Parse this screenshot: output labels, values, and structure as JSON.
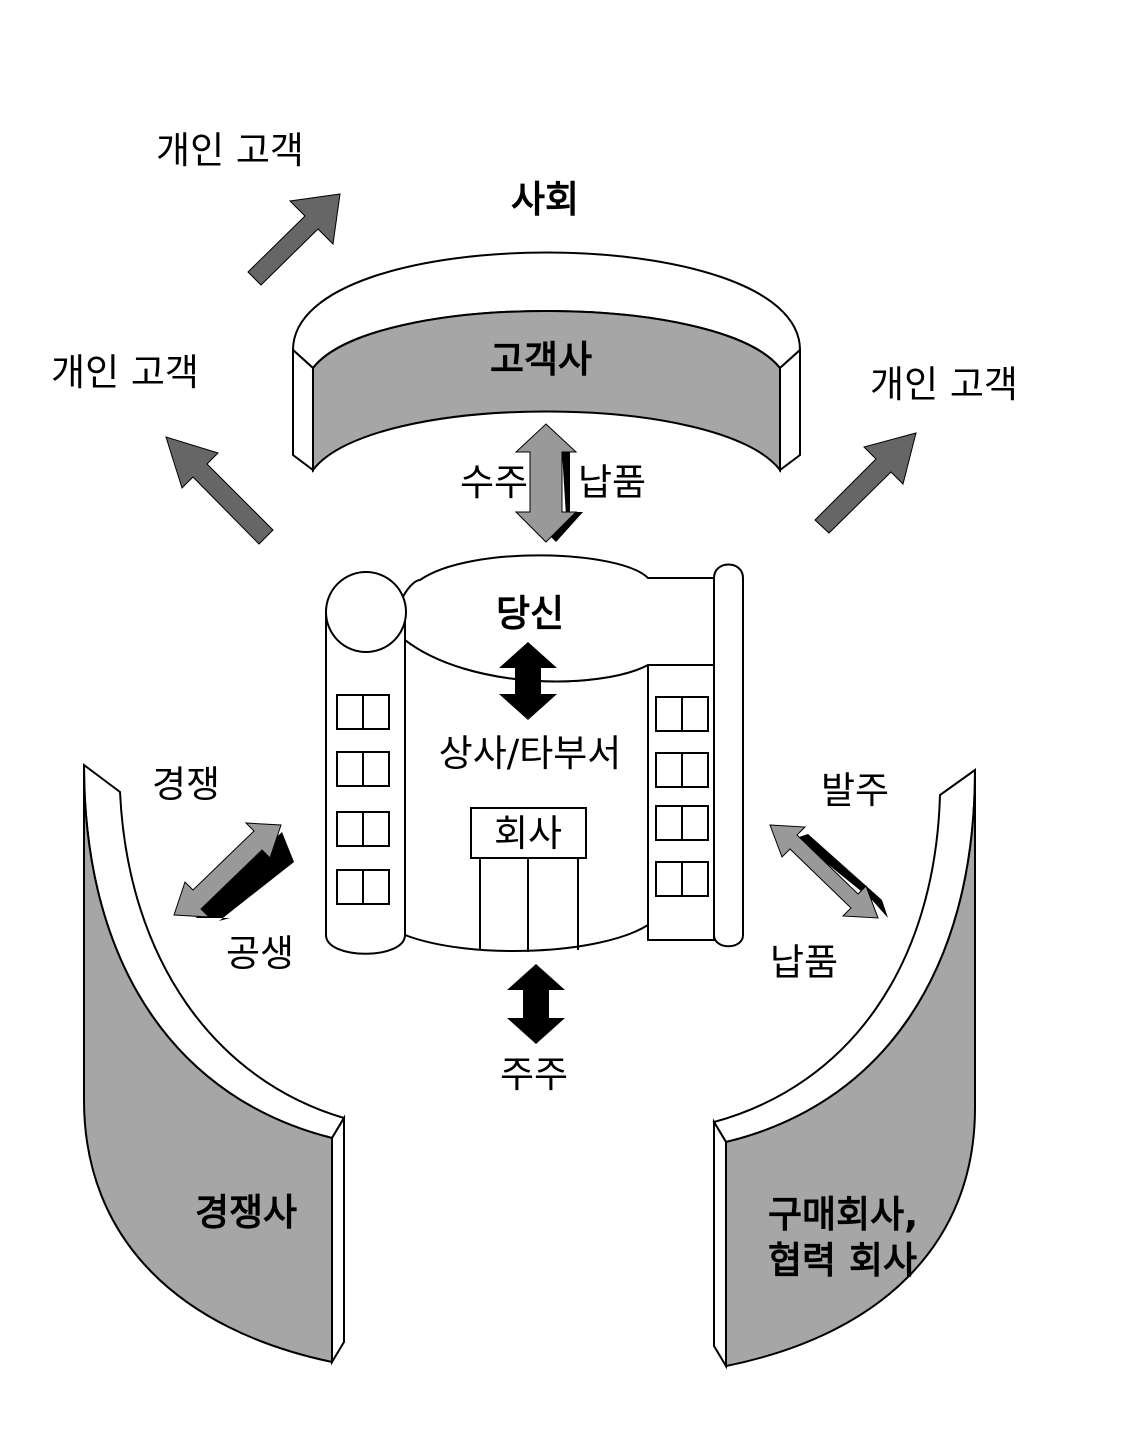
{
  "society": "사회",
  "customer_company": "고객사",
  "individual_customer_top": "개인 고객",
  "individual_customer_left": "개인 고객",
  "individual_customer_right": "개인 고객",
  "order_receive": "수주",
  "delivery_top": "납품",
  "you": "당신",
  "boss_departments": "상사/타부서",
  "company_sign": "회사",
  "competition": "경쟁",
  "coexistence": "공생",
  "order_place": "발주",
  "delivery_right": "납품",
  "shareholders": "주주",
  "competitor": "경쟁사",
  "buyer_line1": "구매회사,",
  "buyer_line2": "협력 회사",
  "colors": {
    "dark_gray": "#666666",
    "mid_gray": "#999999",
    "light_gray": "#a6a6a6",
    "black": "#000000",
    "white": "#ffffff"
  }
}
